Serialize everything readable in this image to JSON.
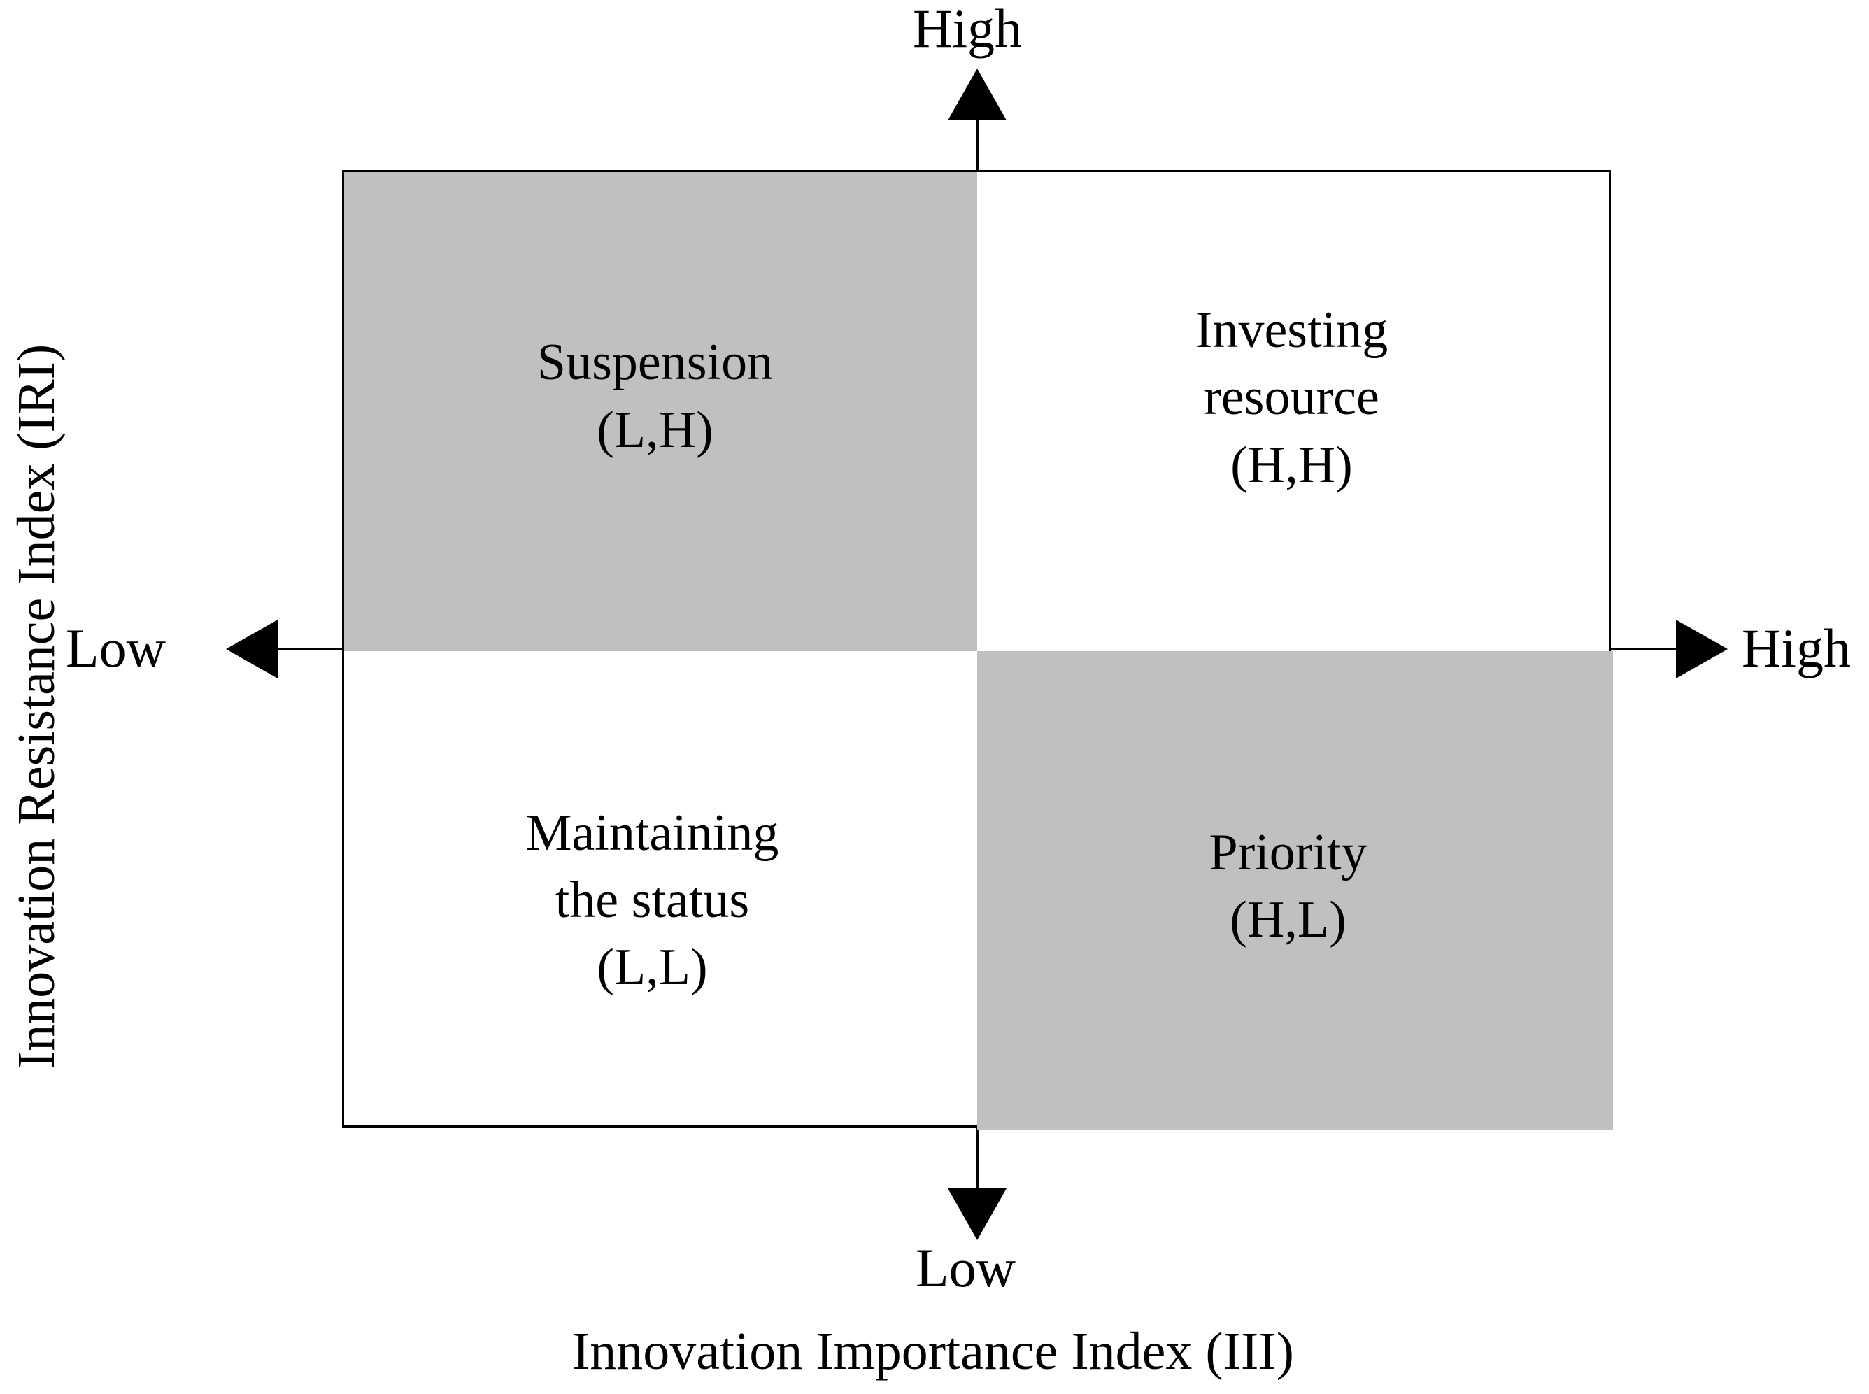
{
  "chart_data": {
    "type": "table",
    "title": "",
    "xlabel": "Innovation Importance Index (III)",
    "ylabel": "Innovation Resistance Index (IRI)",
    "x_axis_ticks": {
      "low": "Low",
      "high": "High"
    },
    "y_axis_ticks": {
      "low": "Low",
      "high": "High"
    },
    "grid": false,
    "legend": "none",
    "quadrants": [
      {
        "id": "top-left",
        "name": "Suspension",
        "code": "(L,H)",
        "x_level": "L",
        "y_level": "H",
        "shaded": true,
        "fill": "#c0c0c0"
      },
      {
        "id": "top-right",
        "name": "Investing\nresource",
        "code": "(H,H)",
        "x_level": "H",
        "y_level": "H",
        "shaded": false,
        "fill": "#ffffff"
      },
      {
        "id": "bottom-left",
        "name": "Maintaining\nthe status",
        "code": "(L,L)",
        "x_level": "L",
        "y_level": "L",
        "shaded": false,
        "fill": "#ffffff"
      },
      {
        "id": "bottom-right",
        "name": "Priority",
        "code": "(H,L)",
        "x_level": "H",
        "y_level": "L",
        "shaded": true,
        "fill": "#c0c0c0"
      }
    ]
  },
  "axes": {
    "y_title": "Innovation Resistance Index (IRI)",
    "x_title": "Innovation Importance Index (III)",
    "top_label": "High",
    "bottom_label": "Low",
    "left_label": "Low",
    "right_label": "High"
  },
  "quadrant_text": {
    "top_left": "Suspension\n(L,H)",
    "top_right": "Investing\nresource\n(H,H)",
    "bottom_left": "Maintaining\nthe status\n(L,L)",
    "bottom_right": "Priority\n(H,L)"
  },
  "colors": {
    "shaded_fill": "#c0c0c0",
    "unshaded_fill": "#ffffff",
    "stroke": "#000000",
    "text": "#000000"
  }
}
